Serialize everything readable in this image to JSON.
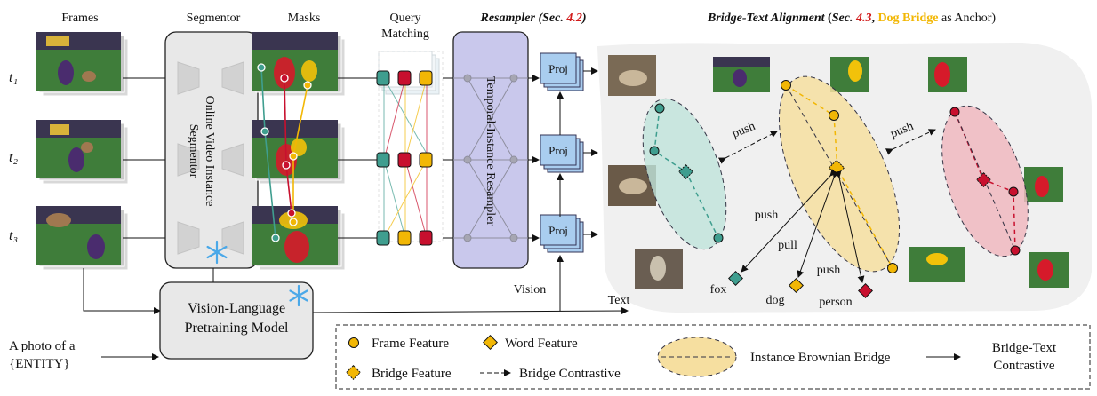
{
  "headers": {
    "frames": "Frames",
    "segmentor": "Segmentor",
    "masks": "Masks",
    "query_line1": "Query",
    "query_line2": "Matching",
    "resampler_title": "Resampler (Sec. ",
    "resampler_ref": "4.2",
    "resampler_close": ")",
    "bridge_title_a": "Bridge-Text Alignment",
    "bridge_title_b": " (",
    "bridge_title_sec": "Sec. ",
    "bridge_ref": "4.3",
    "bridge_title_c": ", ",
    "bridge_title_dog": "Dog Bridge",
    "bridge_title_d": " as Anchor)"
  },
  "time_labels": [
    "t₁",
    "t₂",
    "t₃"
  ],
  "segmentor_box": {
    "line1": "Online Video Instance",
    "line2": "Segmentor"
  },
  "resampler_box": {
    "label": "Temporal-Instance Resampler"
  },
  "proj_labels": [
    "Proj",
    "Proj",
    "Proj"
  ],
  "vision_label": "Vision",
  "text_label": "Text",
  "vlp_box": {
    "line1": "Vision-Language",
    "line2": "Pretraining Model"
  },
  "prompt": {
    "line1": "A photo of a",
    "line2": "{ENTITY}"
  },
  "relations": {
    "push": "push",
    "pull": "pull"
  },
  "words": {
    "fox": "fox",
    "dog": "dog",
    "person": "person"
  },
  "legend": {
    "frame_feature": "Frame Feature",
    "word_feature": "Word Feature",
    "bridge_feature": "Bridge Feature",
    "bridge_contrastive": "Bridge Contrastive",
    "instance_bridge": "Instance Brownian Bridge",
    "bridge_text_line1": "Bridge-Text",
    "bridge_text_line2": "Contrastive"
  },
  "colors": {
    "accent_red": "#d11a1a",
    "dog_yellow": "#f2b705",
    "teal": "#3f9e8f",
    "crimson": "#c8102e",
    "segmentor_fill": "#e8e8e8",
    "resampler_fill": "#c9c8ec",
    "proj_fill": "#a9cdef",
    "bridge_bg": "#f0f0f0"
  }
}
